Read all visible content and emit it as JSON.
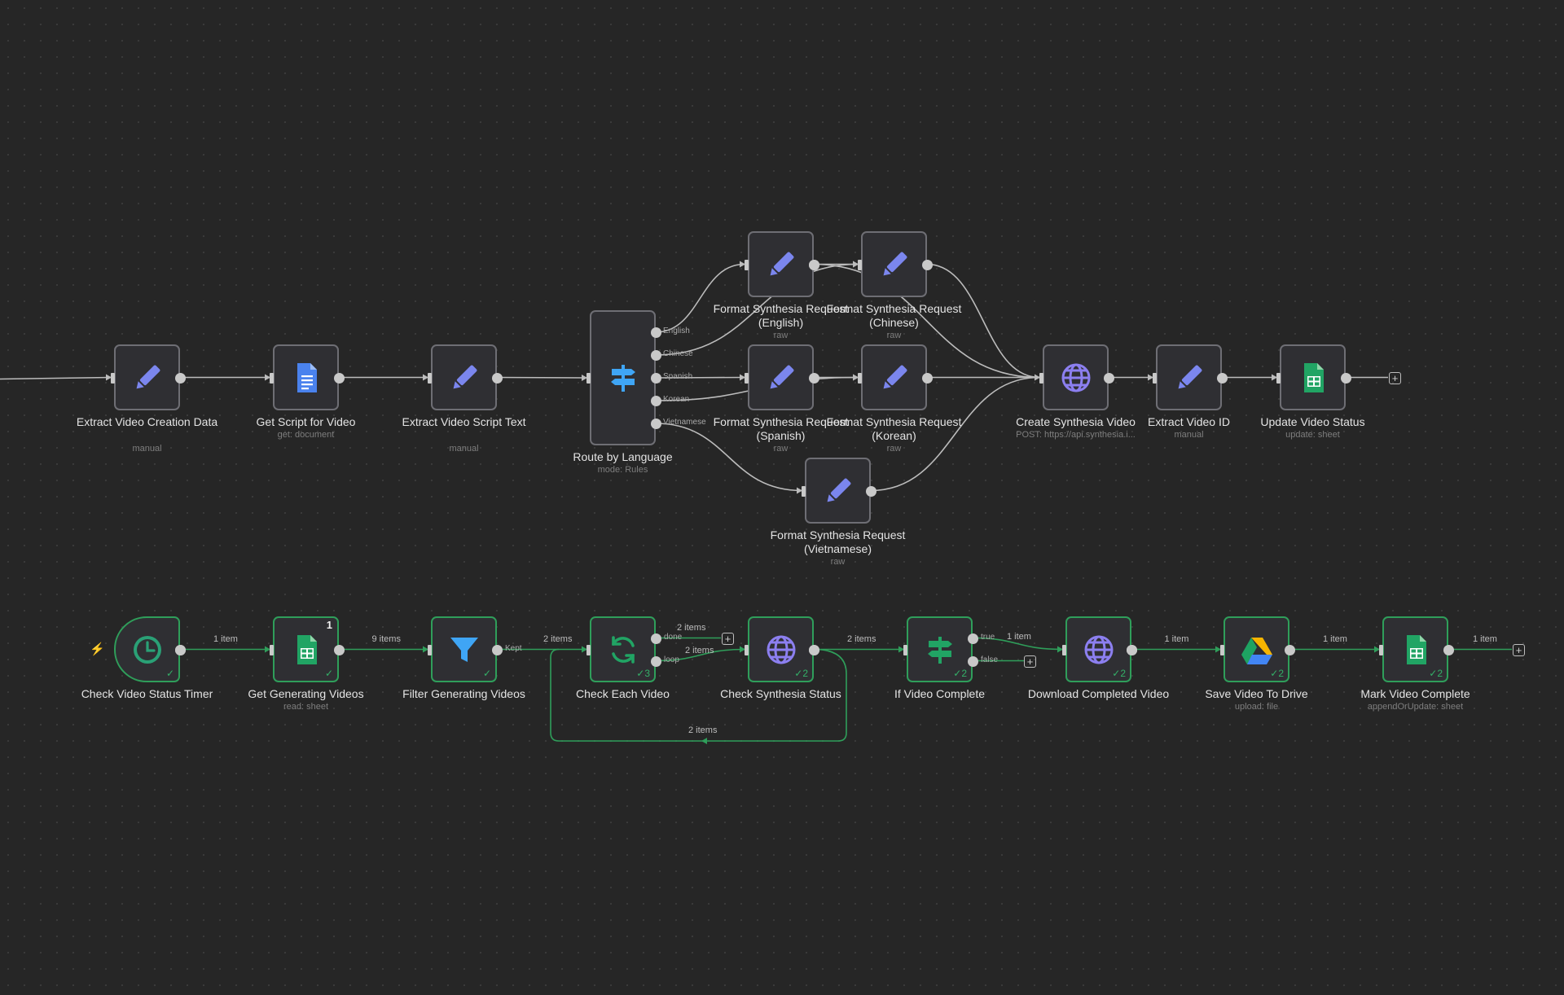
{
  "colors": {
    "canvas_bg": "#262626",
    "node_bg": "#2f2f33",
    "node_border": "#6e6e74",
    "success_border": "#2f9e5a",
    "wire": "#bcbcbc",
    "success_wire": "#2f9e5a",
    "edit_icon": "#7b86ee",
    "globe_icon": "#8c7ff0",
    "docs_icon": "#4a82ee",
    "sheets_icon": "#21a464",
    "switch_icon": "#3fa5f5",
    "schedule_icon": "#2aa076"
  },
  "workflow_top": {
    "nodes": [
      {
        "id": "extract_creation",
        "title": "Extract Video Creation Data",
        "subtitle": "manual",
        "icon": "pencil-icon"
      },
      {
        "id": "get_script",
        "title": "Get Script for Video",
        "subtitle": "get: document",
        "icon": "google-docs-icon"
      },
      {
        "id": "extract_script",
        "title": "Extract Video Script Text",
        "subtitle": "manual",
        "icon": "pencil-icon"
      },
      {
        "id": "route_language",
        "title": "Route by Language",
        "subtitle": "mode: Rules",
        "icon": "switch-icon",
        "outputs": [
          "English",
          "Chinese",
          "Spanish",
          "Korean",
          "Vietnamese"
        ]
      },
      {
        "id": "format_en",
        "title": "Format Synthesia Request (English)",
        "subtitle": "raw",
        "icon": "pencil-icon"
      },
      {
        "id": "format_zh",
        "title": "Format Synthesia Request (Chinese)",
        "subtitle": "raw",
        "icon": "pencil-icon"
      },
      {
        "id": "format_es",
        "title": "Format Synthesia Request (Spanish)",
        "subtitle": "raw",
        "icon": "pencil-icon"
      },
      {
        "id": "format_ko",
        "title": "Format Synthesia Request (Korean)",
        "subtitle": "raw",
        "icon": "pencil-icon"
      },
      {
        "id": "format_vi",
        "title": "Format Synthesia Request (Vietnamese)",
        "subtitle": "raw",
        "icon": "pencil-icon"
      },
      {
        "id": "create_video",
        "title": "Create Synthesia Video",
        "subtitle": "POST: https://api.synthesia.i...",
        "icon": "globe-icon"
      },
      {
        "id": "extract_id",
        "title": "Extract Video ID",
        "subtitle": "manual",
        "icon": "pencil-icon"
      },
      {
        "id": "update_status",
        "title": "Update Video Status",
        "subtitle": "update: sheet",
        "icon": "google-sheets-icon"
      }
    ]
  },
  "workflow_bottom": {
    "nodes": [
      {
        "id": "timer",
        "title": "Check Video Status Timer",
        "subtitle": "",
        "icon": "clock-icon",
        "check": "✓"
      },
      {
        "id": "get_generating",
        "title": "Get Generating Videos",
        "subtitle": "read: sheet",
        "icon": "google-sheets-icon",
        "check": "✓",
        "badge": "1"
      },
      {
        "id": "filter_generating",
        "title": "Filter Generating Videos",
        "subtitle": "",
        "icon": "filter-icon",
        "check": "✓",
        "output_label": "Kept"
      },
      {
        "id": "check_each",
        "title": "Check Each Video",
        "subtitle": "",
        "icon": "loop-icon",
        "check": "✓3",
        "outputs": [
          "done",
          "loop"
        ]
      },
      {
        "id": "check_status",
        "title": "Check Synthesia Status",
        "subtitle": "",
        "icon": "globe-icon",
        "check": "✓2"
      },
      {
        "id": "if_complete",
        "title": "If Video Complete",
        "subtitle": "",
        "icon": "if-icon",
        "check": "✓2",
        "outputs": [
          "true",
          "false"
        ]
      },
      {
        "id": "download",
        "title": "Download Completed Video",
        "subtitle": "",
        "icon": "globe-icon",
        "check": "✓2"
      },
      {
        "id": "save_drive",
        "title": "Save Video To Drive",
        "subtitle": "upload: file",
        "icon": "google-drive-icon",
        "check": "✓2"
      },
      {
        "id": "mark_complete",
        "title": "Mark Video Complete",
        "subtitle": "appendOrUpdate: sheet",
        "icon": "google-sheets-icon",
        "check": "✓2"
      }
    ],
    "connection_labels": {
      "timer_to_get": "1 item",
      "get_to_filter": "9 items",
      "filter_to_loop": "2 items",
      "loop_done": "2 items",
      "loop_loop": "2 items",
      "status_to_if": "2 items",
      "if_true": "1 item",
      "download_to_drive": "1 item",
      "drive_to_mark": "1 item",
      "mark_out": "1 item",
      "loop_back": "2 items"
    }
  },
  "add_button_symbol": "+",
  "trigger_symbol": "⚡"
}
